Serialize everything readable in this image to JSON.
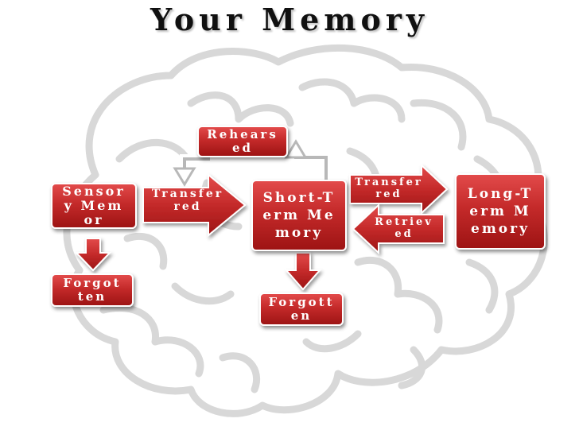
{
  "title": "Your Memory",
  "colors": {
    "box": "#c42a2a",
    "box_dark": "#9e1414",
    "brain": "#d9d9d9",
    "outline": "#ffffff"
  },
  "boxes": {
    "sensory": "Sensory Memor",
    "short_term": "Short-Term Memory",
    "long_term": "Long-Term Memory",
    "rehearsed": "Rehearsed",
    "forgotten_sensory": "Forgotten",
    "forgotten_short": "Forgotten"
  },
  "arrows": {
    "transferred_1": "Transferred",
    "transferred_2": "Transferred",
    "retrieved": "Retrieved"
  },
  "icons": {
    "background": "brain-outline-icon"
  }
}
